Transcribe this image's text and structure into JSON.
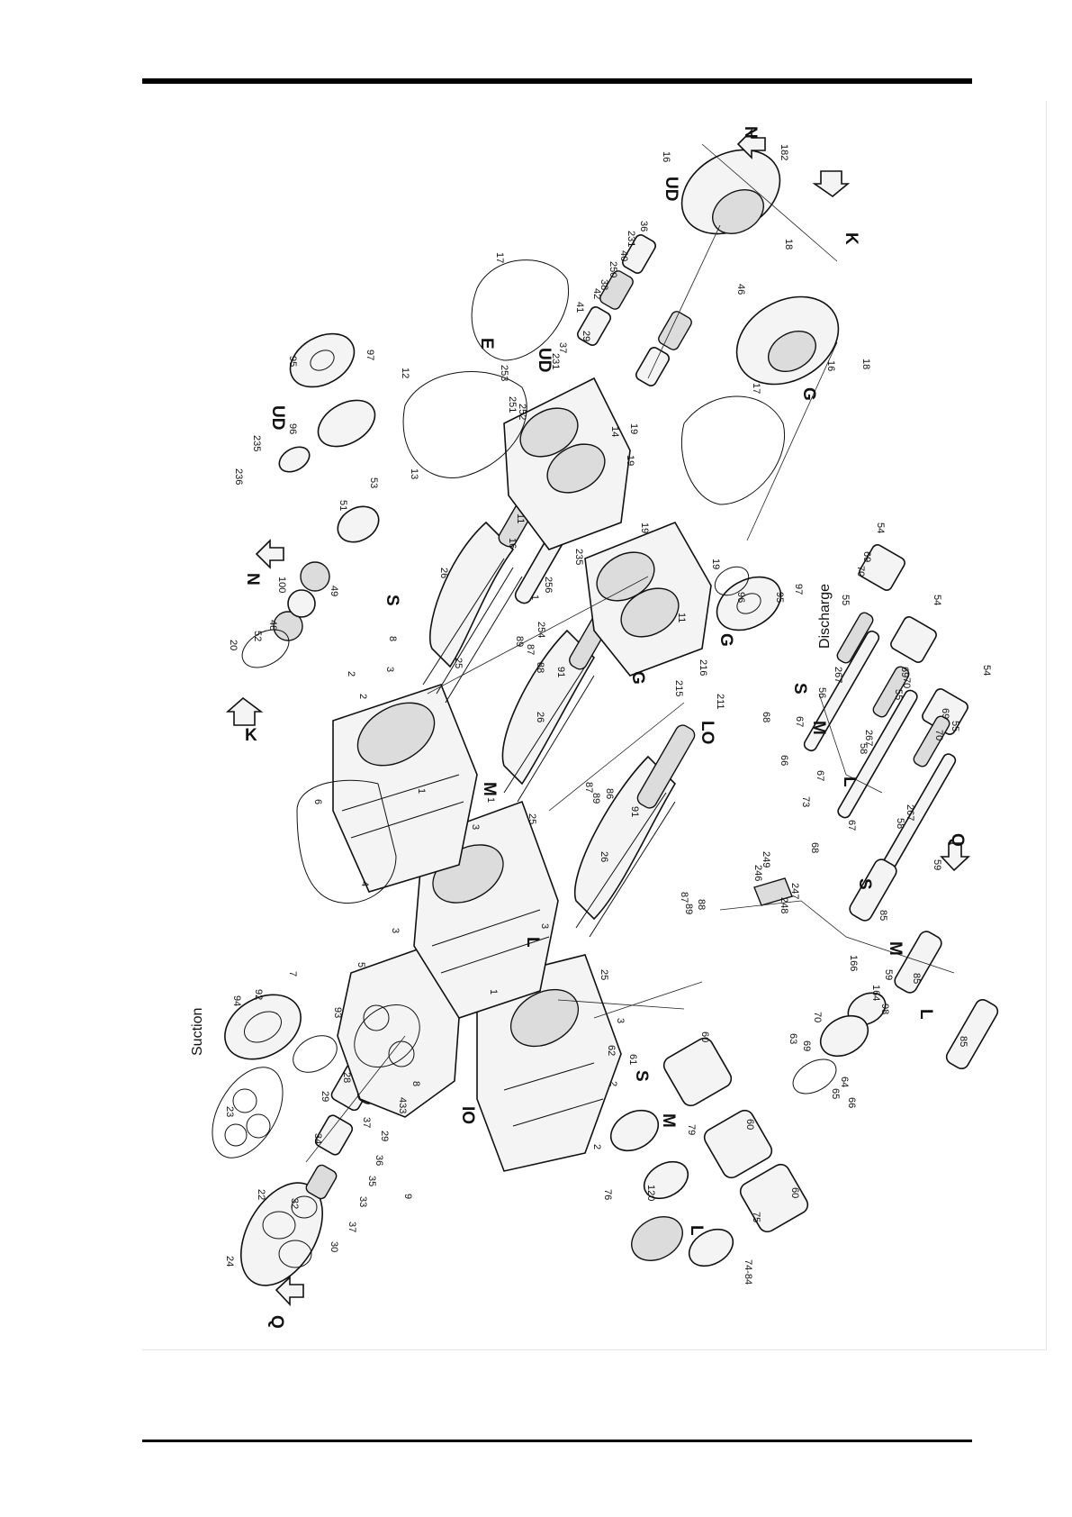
{
  "diagram": {
    "captions": {
      "suction": "Suction",
      "discharge": "Discharge"
    },
    "letters": {
      "k_top": "K",
      "k_right": "K",
      "n_top": "N",
      "n_right": "N",
      "q_left": "Q",
      "q_right": "Q",
      "s_rotor": "S",
      "m_rotor": "M",
      "l_rotor": "L",
      "ud_top": "UD",
      "ud_right": "UD",
      "ud_mid": "UD",
      "g_mid": "G",
      "g_right": "G",
      "lo": "LO",
      "e": "E",
      "io": "IO",
      "s_valve": "S",
      "m_valve": "M",
      "l_valve": "L",
      "s_shaft": "S",
      "m_shaft": "M",
      "l_shaft": "L",
      "s_slide": "S",
      "m_slide": "M",
      "l_slide": "L"
    },
    "part_numbers": {
      "p1": "1",
      "p2": "2",
      "p3": "3",
      "p4": "4",
      "p5": "5",
      "p6": "6",
      "p7": "7",
      "p8": "8",
      "p9": "9",
      "p11": "11",
      "p12": "12",
      "p13": "13",
      "p14": "14",
      "p16": "16",
      "p17": "17",
      "p18": "18",
      "p19": "19",
      "p20": "20",
      "p22": "22",
      "p23": "23",
      "p24": "24",
      "p25": "25",
      "p26": "26",
      "p28": "28",
      "p29": "29",
      "p30": "30",
      "p32": "32",
      "p33": "33",
      "p34": "34",
      "p35": "35",
      "p36": "36",
      "p37": "37",
      "p38": "38",
      "p40": "40",
      "p41": "41",
      "p42": "42",
      "p46": "46",
      "p48": "48",
      "p49": "49",
      "p51": "51",
      "p52": "52",
      "p53": "53",
      "p54": "54",
      "p55": "55",
      "p56": "56",
      "p57": "57",
      "p58": "58",
      "p59": "59",
      "p60": "60",
      "p61": "61",
      "p62": "62",
      "p63": "63",
      "p64": "64",
      "p65": "65",
      "p66": "66",
      "p67": "67",
      "p68": "68",
      "p69": "69",
      "p70": "70",
      "p73": "73",
      "p74": "74-84",
      "p75": "75",
      "p76": "76",
      "p79": "79",
      "p85": "85",
      "p86": "86",
      "p87": "87",
      "p88": "88",
      "p89": "89",
      "p91": "91",
      "p92": "92",
      "p93": "93",
      "p94": "94",
      "p95": "95",
      "p96": "96",
      "p97": "97",
      "p98": "98",
      "p100": "100",
      "p120": "120",
      "p164": "164",
      "p166": "166",
      "p182": "182",
      "p211": "211",
      "p215": "215",
      "p216": "216",
      "p231": "231",
      "p235": "235",
      "p236": "236",
      "p246": "246",
      "p247": "247",
      "p248": "248",
      "p249": "249",
      "p250": "250",
      "p251": "251",
      "p252": "252",
      "p253": "253",
      "p254": "254",
      "p256": "256",
      "p267": "267",
      "p433": "433"
    }
  }
}
